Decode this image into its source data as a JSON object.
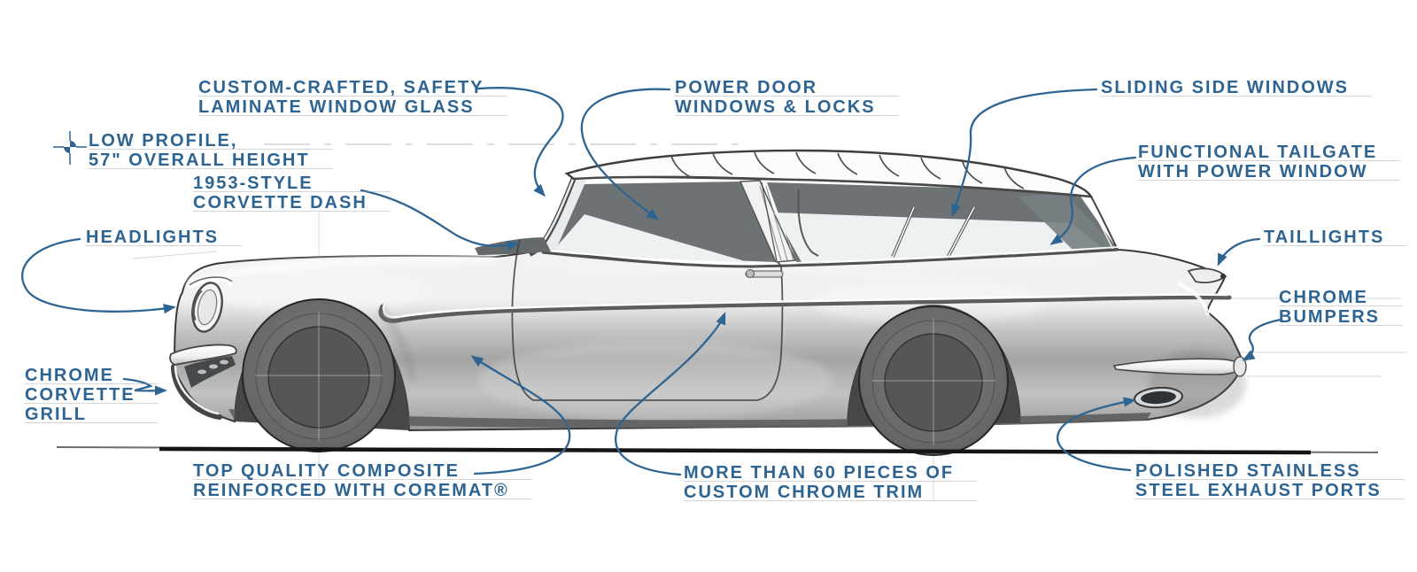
{
  "colors": {
    "annotation_blue": "#2e6492",
    "pencil_gray": "#aab1b6",
    "ink_dark": "#2b2b2b",
    "body_gray": "#b5b5b5",
    "window_shade_gray": "#6d7374"
  },
  "labels": {
    "custom_glass": {
      "text": "CUSTOM-CRAFTED, SAFETY\nLAMINATE WINDOW GLASS"
    },
    "low_profile": {
      "text": "LOW PROFILE,\n57\" OVERALL HEIGHT"
    },
    "corvette_dash": {
      "text": "1953-STYLE\nCORVETTE DASH"
    },
    "headlights": {
      "text": "HEADLIGHTS"
    },
    "grill": {
      "text": "CHROME\nCORVETTE\nGRILL"
    },
    "power_door": {
      "text": "POWER DOOR\nWINDOWS & LOCKS"
    },
    "sliding_windows": {
      "text": "SLIDING SIDE WINDOWS"
    },
    "tailgate": {
      "text": "FUNCTIONAL TAILGATE\nWITH POWER WINDOW"
    },
    "taillights": {
      "text": "TAILLIGHTS"
    },
    "chrome_bumpers": {
      "text": "CHROME\nBUMPERS"
    },
    "composite": {
      "text": "TOP QUALITY COMPOSITE\nREINFORCED WITH COREMAT®"
    },
    "chrome_trim": {
      "text": "MORE THAN 60 PIECES OF\nCUSTOM CHROME TRIM"
    },
    "exhaust": {
      "text": "POLISHED STAINLESS\nSTEEL EXHAUST PORTS"
    }
  }
}
